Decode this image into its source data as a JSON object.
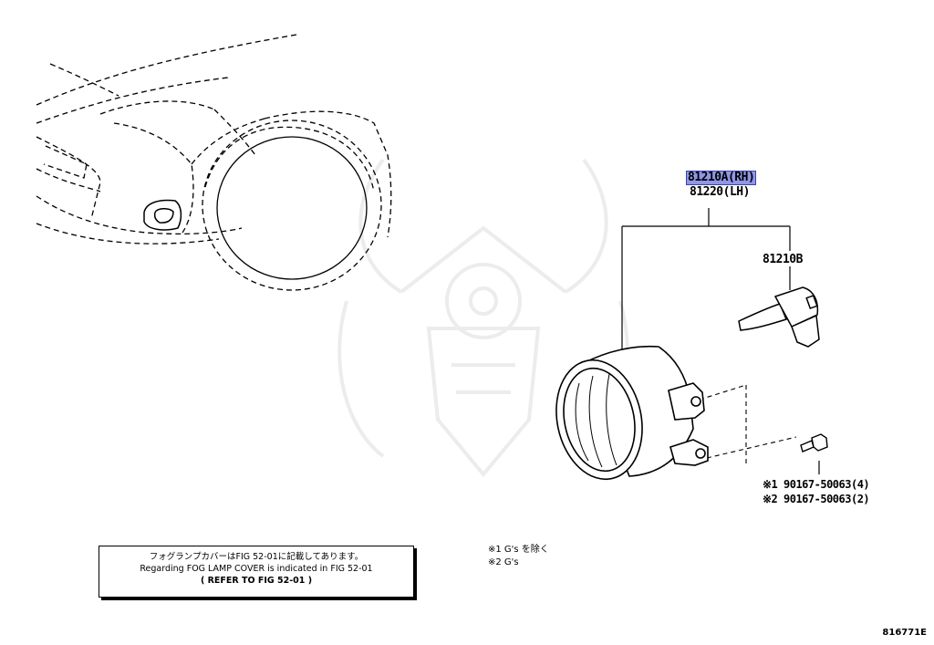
{
  "labels": {
    "part_rh": "81210A(RH)",
    "part_lh": "81220(LH)",
    "bulb": "81210B",
    "screw_1": "※1 90167-50063(4)",
    "screw_2": "※2 90167-50063(2)"
  },
  "note": {
    "line1": "フォグランプカバーはFIG 52-01に記載してあります。",
    "line2": "Regarding FOG LAMP COVER is indicated in FIG 52-01",
    "line3": "( REFER TO FIG 52-01 )"
  },
  "footnotes": {
    "f1": "※1 G's を除く",
    "f2": "※2 G's"
  },
  "figure_code": "816771E",
  "colors": {
    "highlight": "#8f96e6",
    "watermark": "#ececec"
  }
}
